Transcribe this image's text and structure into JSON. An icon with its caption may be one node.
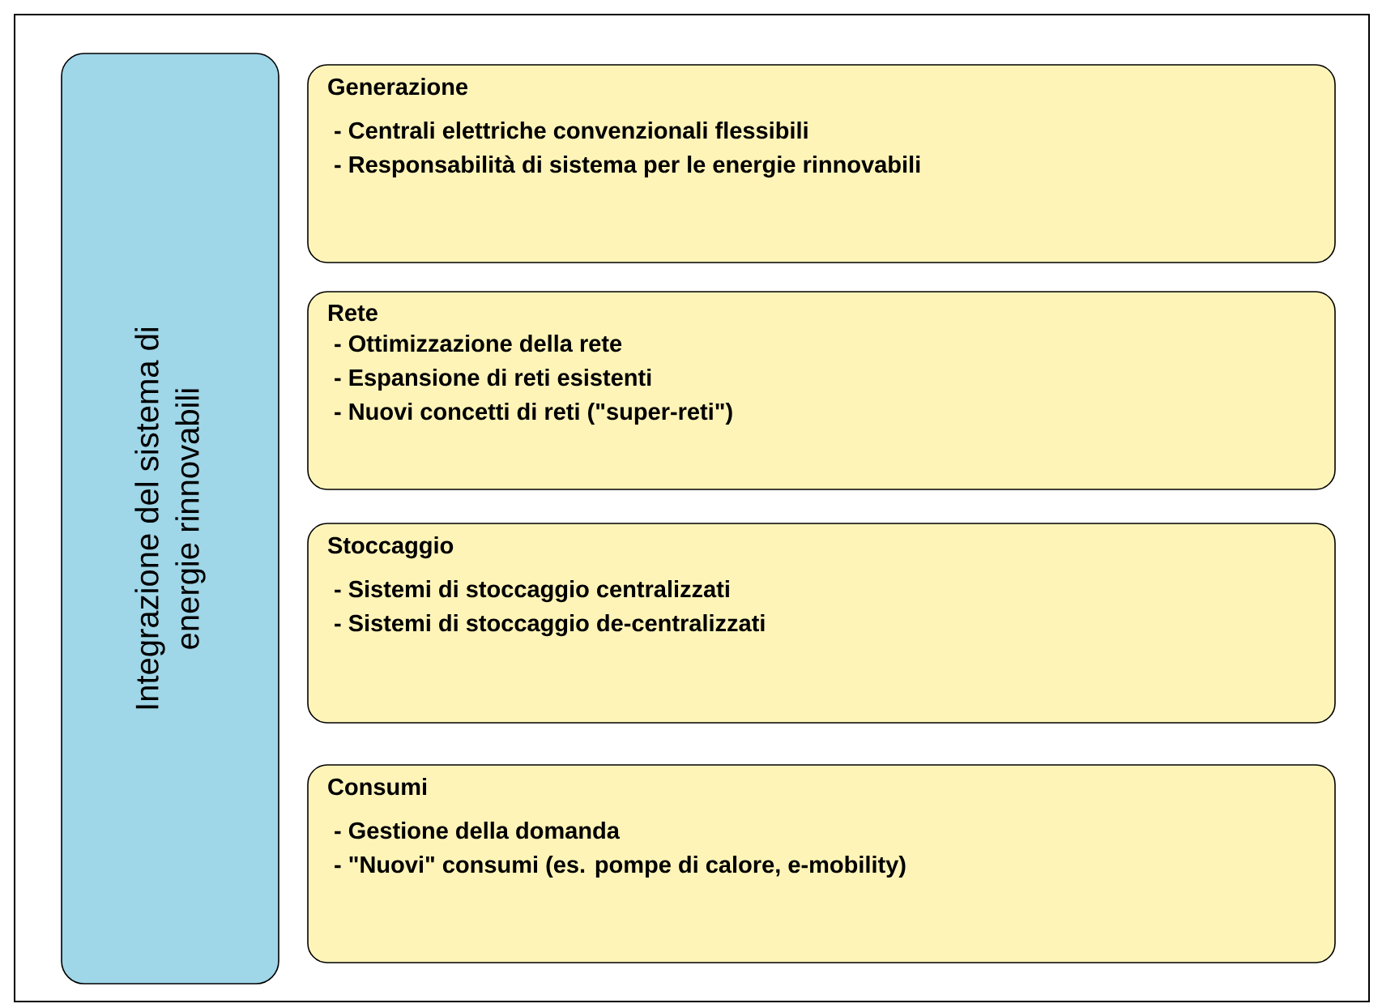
{
  "diagram": {
    "nodes": [
      {
        "text": [
          "Integrazione del sistema di energie rinnovabili"
        ]
      },
      {
        "text": [
          "Generazione",
          "- Centrali elettriche convenzionali flessibili",
          "- Responsabilità di sistema per le energie rinnovabili"
        ]
      },
      {
        "text": [
          "Rete",
          "- Ottimizzazione della rete",
          "- Espansione di reti esistenti",
          "- Nuovi concetti di reti (\"super-reti\")"
        ]
      },
      {
        "text": [
          "Stoccaggio",
          "- Sistemi di stoccaggio centralizzati",
          "- Sistemi di stoccaggio de-centralizzati"
        ]
      },
      {
        "text": [
          "Consumi",
          "- Gestione della domanda",
          "- \"Nuovi\" consumi (es. pompe di calore, e-mobility)"
        ]
      }
    ]
  }
}
